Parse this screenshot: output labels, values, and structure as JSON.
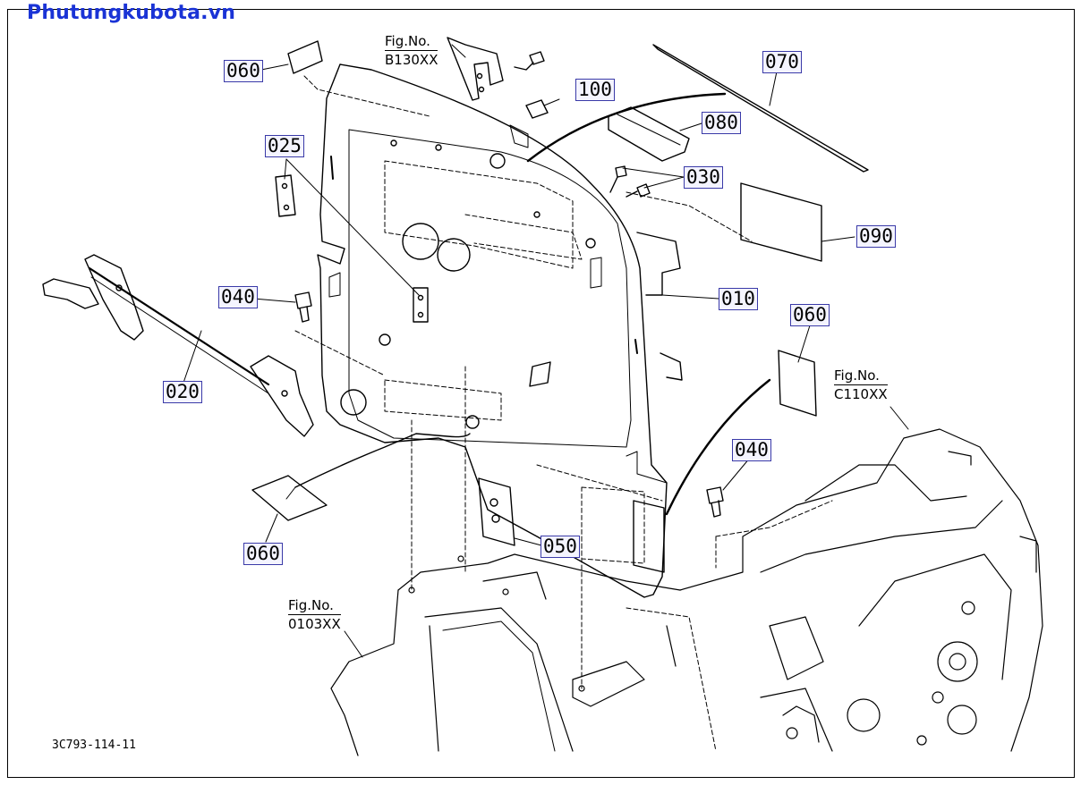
{
  "watermark": "Phutungkubota.vn",
  "drawing_number": "3C793-114-11",
  "callouts": {
    "p060a": "060",
    "p025": "025",
    "p100": "100",
    "p070": "070",
    "p080": "080",
    "p030": "030",
    "p090": "090",
    "p040a": "040",
    "p010": "010",
    "p060b": "060",
    "p020": "020",
    "p040b": "040",
    "p060c": "060",
    "p050": "050"
  },
  "fig_refs": {
    "b130": {
      "label": "Fig.No.",
      "code": "B130XX"
    },
    "c110": {
      "label": "Fig.No.",
      "code": "C110XX"
    },
    "o103": {
      "label": "Fig.No.",
      "code": "0103XX"
    }
  }
}
